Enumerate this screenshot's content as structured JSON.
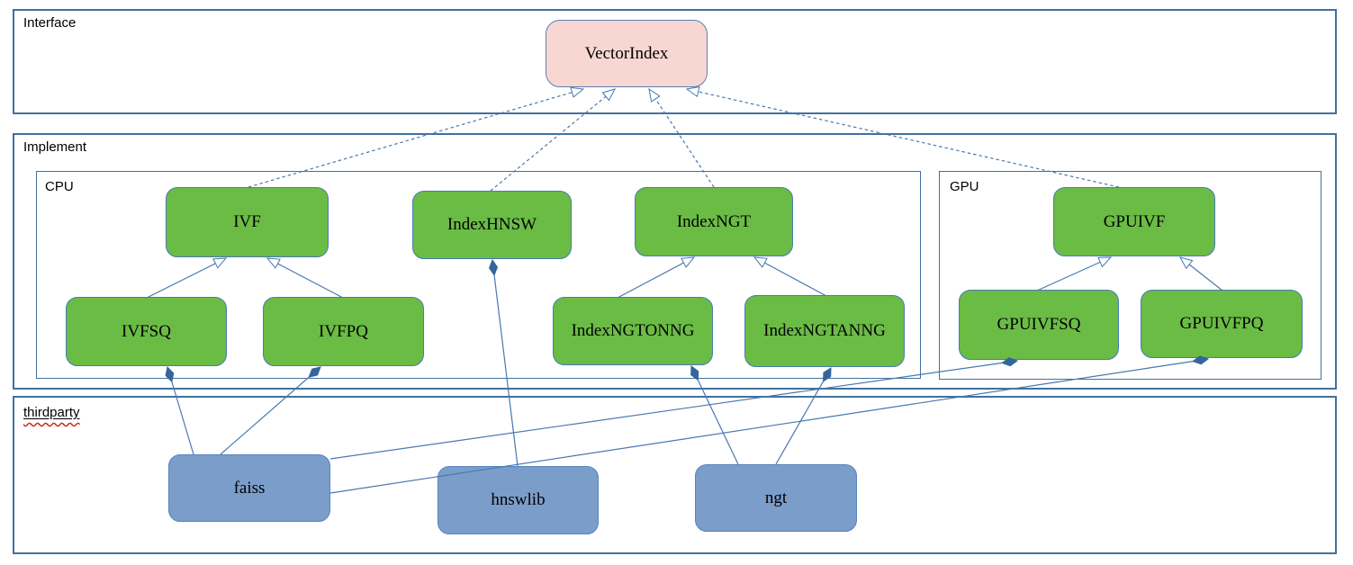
{
  "diagram": {
    "containers": [
      {
        "id": "interface",
        "label": "Interface"
      },
      {
        "id": "implement",
        "label": "Implement"
      },
      {
        "id": "cpu",
        "label": "CPU"
      },
      {
        "id": "gpu",
        "label": "GPU"
      },
      {
        "id": "thirdparty",
        "label": "thirdparty"
      }
    ],
    "nodes": [
      {
        "id": "vectorindex",
        "label": "VectorIndex",
        "kind": "interface"
      },
      {
        "id": "ivf",
        "label": "IVF",
        "kind": "cpu-class"
      },
      {
        "id": "indexhnsw",
        "label": "IndexHNSW",
        "kind": "cpu-class"
      },
      {
        "id": "indexngt",
        "label": "IndexNGT",
        "kind": "cpu-class"
      },
      {
        "id": "gpuivf",
        "label": "GPUIVF",
        "kind": "gpu-class"
      },
      {
        "id": "ivfsq",
        "label": "IVFSQ",
        "kind": "cpu-class"
      },
      {
        "id": "ivfpq",
        "label": "IVFPQ",
        "kind": "cpu-class"
      },
      {
        "id": "indexngtonng",
        "label": "IndexNGTONNG",
        "kind": "cpu-class"
      },
      {
        "id": "indexngtanng",
        "label": "IndexNGTANNG",
        "kind": "cpu-class"
      },
      {
        "id": "gpuivfsq",
        "label": "GPUIVFSQ",
        "kind": "gpu-class"
      },
      {
        "id": "gpuivfpq",
        "label": "GPUIVFPQ",
        "kind": "gpu-class"
      },
      {
        "id": "faiss",
        "label": "faiss",
        "kind": "thirdparty-lib"
      },
      {
        "id": "hnswlib",
        "label": "hnswlib",
        "kind": "thirdparty-lib"
      },
      {
        "id": "ngt",
        "label": "ngt",
        "kind": "thirdparty-lib"
      }
    ],
    "edges": [
      {
        "from": "IVF",
        "to": "VectorIndex",
        "type": "realization"
      },
      {
        "from": "IndexHNSW",
        "to": "VectorIndex",
        "type": "realization"
      },
      {
        "from": "IndexNGT",
        "to": "VectorIndex",
        "type": "realization"
      },
      {
        "from": "GPUIVF",
        "to": "VectorIndex",
        "type": "realization"
      },
      {
        "from": "IVFSQ",
        "to": "IVF",
        "type": "generalization"
      },
      {
        "from": "IVFPQ",
        "to": "IVF",
        "type": "generalization"
      },
      {
        "from": "IndexNGTONNG",
        "to": "IndexNGT",
        "type": "generalization"
      },
      {
        "from": "IndexNGTANNG",
        "to": "IndexNGT",
        "type": "generalization"
      },
      {
        "from": "GPUIVFSQ",
        "to": "GPUIVF",
        "type": "generalization"
      },
      {
        "from": "GPUIVFPQ",
        "to": "GPUIVF",
        "type": "generalization"
      },
      {
        "from": "faiss",
        "to": "IVFSQ",
        "type": "composition"
      },
      {
        "from": "faiss",
        "to": "IVFPQ",
        "type": "composition"
      },
      {
        "from": "faiss",
        "to": "GPUIVFSQ",
        "type": "composition"
      },
      {
        "from": "faiss",
        "to": "GPUIVFPQ",
        "type": "composition"
      },
      {
        "from": "hnswlib",
        "to": "IndexHNSW",
        "type": "composition"
      },
      {
        "from": "ngt",
        "to": "IndexNGTONNG",
        "type": "composition"
      },
      {
        "from": "ngt",
        "to": "IndexNGTANNG",
        "type": "composition"
      }
    ],
    "colors": {
      "class_green": "#6abc45",
      "interface_pink": "#f8d7d3",
      "thirdparty_blue": "#7b9dc9",
      "line_blue": "#4878b0",
      "container_border_blue": "#41719c",
      "spellcheck_red": "#cf2a1b"
    }
  }
}
